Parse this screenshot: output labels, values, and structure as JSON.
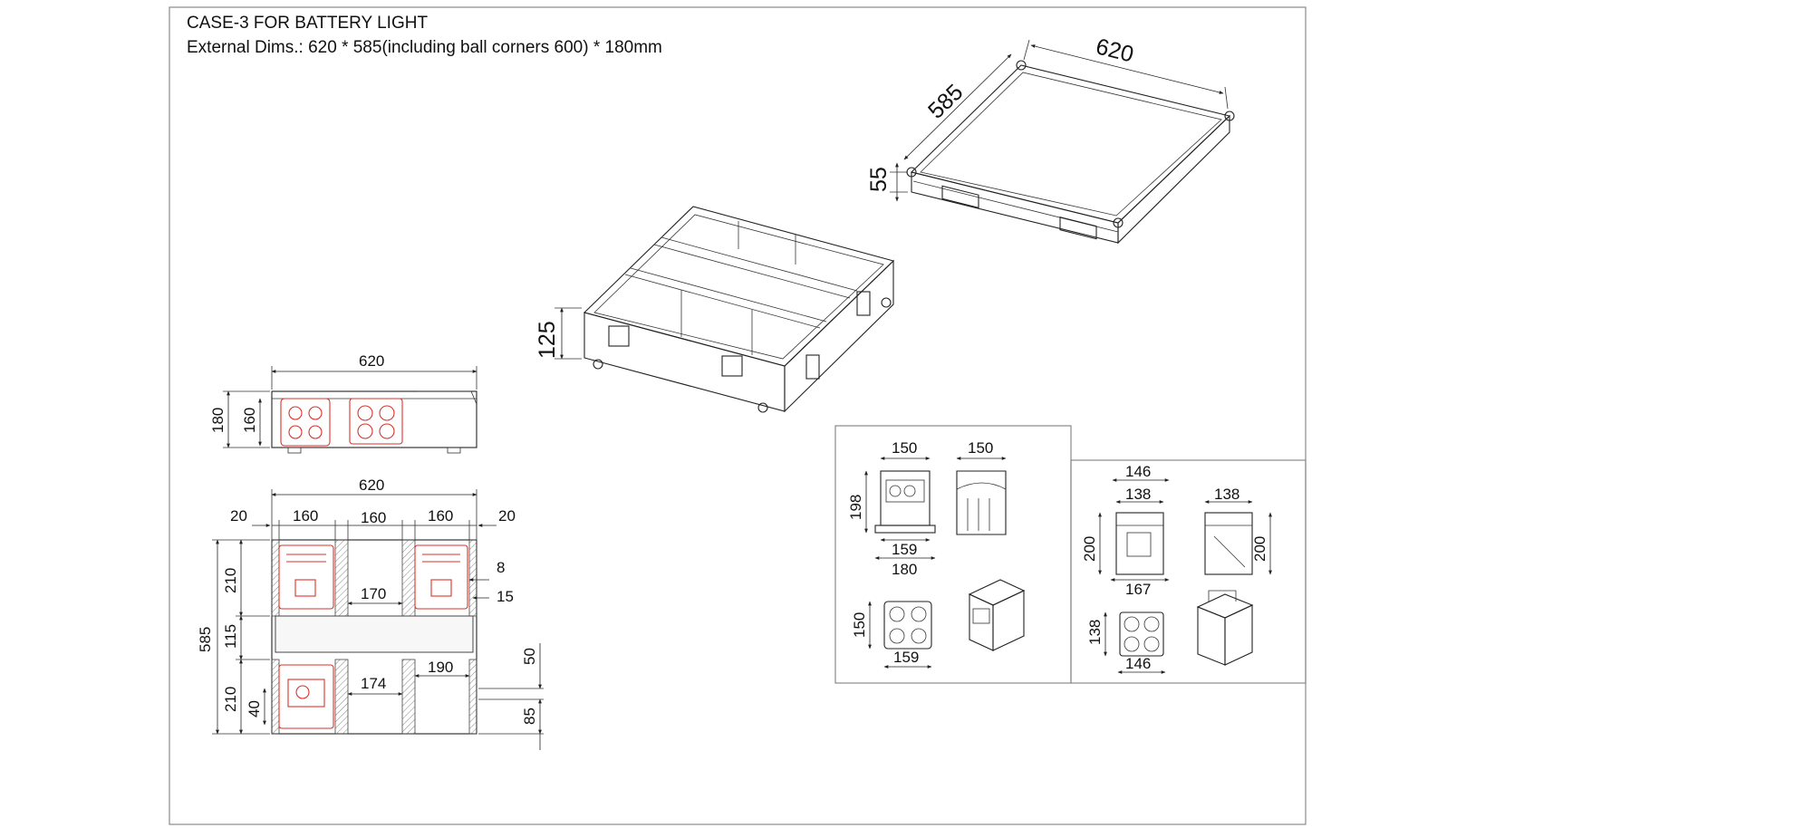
{
  "title": {
    "line1": "CASE-3 FOR BATTERY LIGHT",
    "line2": "External Dims.: 620 * 585(including ball corners 600) * 180mm"
  },
  "iso_lid": {
    "width": "620",
    "depth": "585",
    "height": "55"
  },
  "iso_base": {
    "height": "125"
  },
  "side_view": {
    "width": "620",
    "outer_height": "180",
    "inner_height": "160"
  },
  "top_view": {
    "overall_width": "620",
    "margin_left": "20",
    "bay_1": "160",
    "bay_2": "160",
    "bay_3": "160",
    "margin_right": "20",
    "overall_depth": "585",
    "row_top": "210",
    "middle_gap": "115",
    "row_bottom": "210",
    "low_offset": "40",
    "clear_top": "170",
    "clear_bottom": "174",
    "right_bay": "190",
    "wall": "8",
    "spacing": "15",
    "right_top": "50",
    "right_bottom": "85"
  },
  "light_a": {
    "front_width": "150",
    "side_width": "150",
    "height": "198",
    "base_width": "159",
    "foot_width": "180",
    "top_depth": "150",
    "top_width": "159"
  },
  "light_b": {
    "outer_width": "146",
    "inner_width": "138",
    "side_width": "138",
    "height_left": "200",
    "height_right": "200",
    "base_width": "167",
    "top_depth": "138",
    "top_width": "146"
  }
}
